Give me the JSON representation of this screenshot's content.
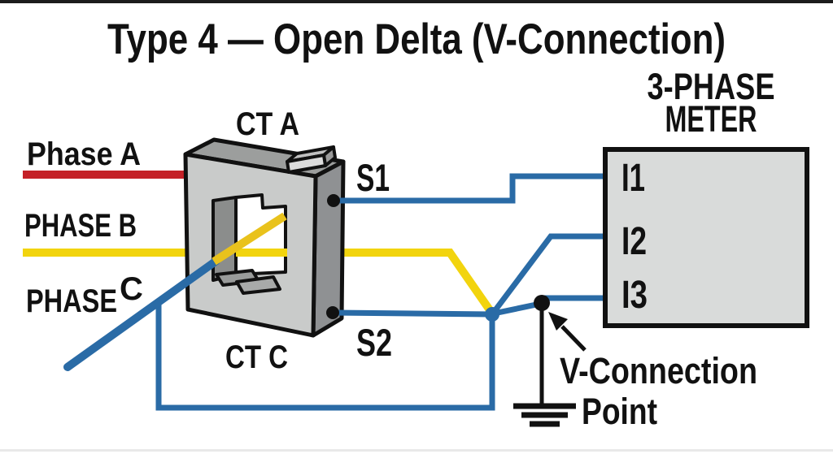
{
  "title": "Type 4 — Open Delta (V-Connection)",
  "phases": {
    "a_label": "Phase A",
    "b_label": "PHASE B",
    "c_label_word": "PHASE",
    "c_label_letter": "C"
  },
  "ct": {
    "top_label": "CT A",
    "bottom_label": "CT C",
    "terminal_s1": "S1",
    "terminal_s2": "S2"
  },
  "meter": {
    "title_line1": "3-PHASE",
    "title_line2": "METER",
    "terminals": [
      "I1",
      "I2",
      "I3"
    ]
  },
  "annotation": {
    "line1": "V-Connection",
    "line2": "Point"
  },
  "colors": {
    "phase_a_red": "#c42127",
    "phase_b_yellow": "#f2d40e",
    "window_diag_yellow": "#e9c21c",
    "wire_blue": "#2a6ba6",
    "outline_black": "#111111",
    "meter_fill": "#d9dbda",
    "ct_front_gray": "#c9cbca",
    "ct_top_gray": "#9c9e9d",
    "ct_side_gray": "#8f9193"
  }
}
